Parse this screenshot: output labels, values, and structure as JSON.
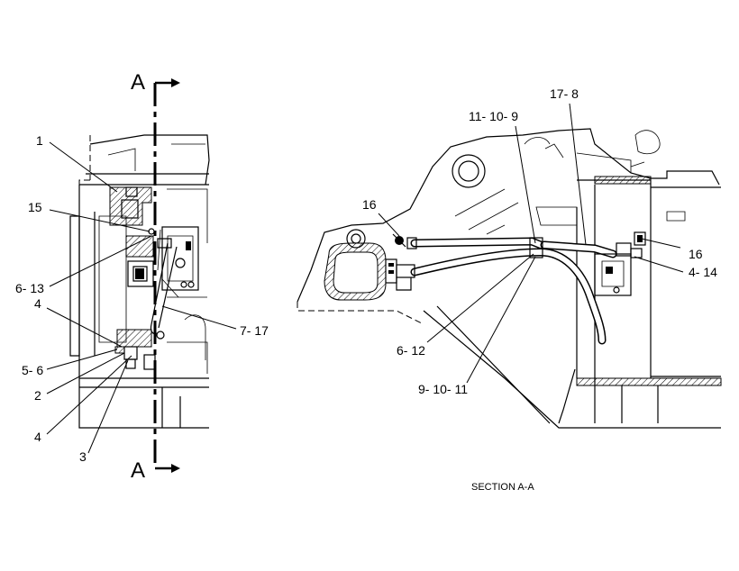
{
  "section_markers": {
    "top": "A",
    "bottom": "A"
  },
  "callouts_left": [
    "1",
    "15",
    "6- 13",
    "4",
    "5- 6",
    "2",
    "4",
    "3",
    "7- 17"
  ],
  "callouts_right": [
    "17- 8",
    "11- 10- 9",
    "16",
    "16",
    "4- 14",
    "6- 12",
    "9- 10- 11"
  ],
  "caption": "SECTION A-A"
}
